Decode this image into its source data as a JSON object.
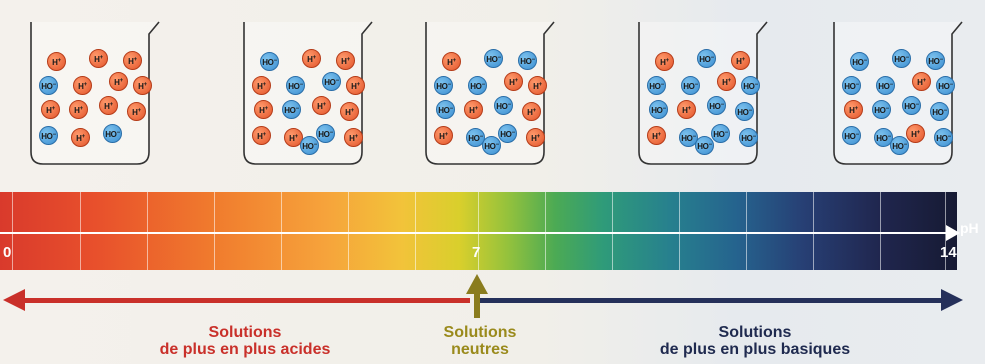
{
  "scale": {
    "axis_label": "pH",
    "tick_min": "0",
    "tick_mid": "7",
    "tick_max": "14"
  },
  "ion_labels": {
    "h": "H",
    "h_sup": "+",
    "ho": "HO",
    "ho_sup": "−"
  },
  "beakers": [
    {
      "id": "beaker-1",
      "ions": [
        "h",
        "h",
        "h",
        "ho",
        "h",
        "h",
        "h",
        "h",
        "h",
        "h",
        "h",
        "ho",
        "h",
        "ho"
      ]
    },
    {
      "id": "beaker-2",
      "ions": [
        "ho",
        "h",
        "h",
        "h",
        "ho",
        "ho",
        "h",
        "h",
        "ho",
        "h",
        "h",
        "h",
        "h",
        "ho",
        "h",
        "ho"
      ]
    },
    {
      "id": "beaker-3",
      "ions": [
        "h",
        "ho",
        "ho",
        "ho",
        "ho",
        "h",
        "h",
        "ho",
        "h",
        "ho",
        "h",
        "h",
        "ho",
        "ho",
        "h",
        "ho"
      ]
    },
    {
      "id": "beaker-4",
      "ions": [
        "h",
        "ho",
        "h",
        "ho",
        "ho",
        "h",
        "ho",
        "ho",
        "h",
        "ho",
        "ho",
        "h",
        "ho",
        "ho",
        "ho",
        "ho"
      ]
    },
    {
      "id": "beaker-5",
      "ions": [
        "ho",
        "ho",
        "ho",
        "ho",
        "ho",
        "h",
        "ho",
        "h",
        "ho",
        "ho",
        "ho",
        "ho",
        "ho",
        "h",
        "ho",
        "ho"
      ]
    }
  ],
  "captions": {
    "acid_line1": "Solutions",
    "acid_line2": "de plus en plus acides",
    "neutral_line1": "Solutions",
    "neutral_line2": "neutres",
    "base_line1": "Solutions",
    "base_line2": "de plus en plus basiques"
  },
  "colors": {
    "acid": "#c9302a",
    "neutral": "#9a8a1c",
    "base": "#1f2a4f",
    "h_ion": "#e2542a",
    "ho_ion": "#3b8ed0"
  }
}
